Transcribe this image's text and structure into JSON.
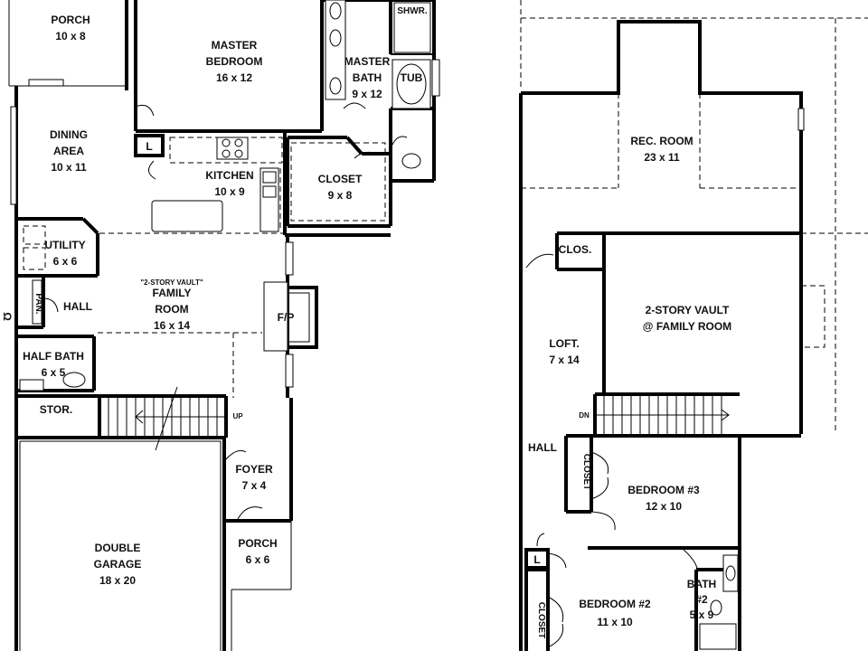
{
  "rooms": {
    "porch_top": {
      "name": "PORCH",
      "size": "10 x 8"
    },
    "master_bedroom": {
      "line1": "MASTER",
      "line2": "BEDROOM",
      "size": "16 x 12"
    },
    "master_bath": {
      "line1": "MASTER",
      "line2": "BATH",
      "size": "9 x 12"
    },
    "shower": "SHWR.",
    "tub": "TUB",
    "dining": {
      "line1": "DINING",
      "line2": "AREA",
      "size": "10 x 11"
    },
    "kitchen": {
      "name": "KITCHEN",
      "size": "10 x 9"
    },
    "kitchen_l": "L",
    "closet_master": {
      "name": "CLOSET",
      "size": "9 x 8"
    },
    "utility": {
      "name": "UTILITY",
      "size": "6 x 6"
    },
    "pantry": "PAN.",
    "hall_main": "HALL",
    "family": {
      "note": "\"2-STORY VAULT\"",
      "line1": "FAMILY",
      "line2": "ROOM",
      "size": "16 x 14"
    },
    "fireplace": "F/P",
    "half_bath": {
      "name": "HALF BATH",
      "size": "6 x 5"
    },
    "storage": "STOR.",
    "stairs_up": "UP",
    "foyer": {
      "name": "FOYER",
      "size": "7 x 4"
    },
    "porch_front": {
      "name": "PORCH",
      "size": "6 x 6"
    },
    "garage": {
      "line1": "DOUBLE",
      "line2": "GARAGE",
      "size": "18 x 20"
    },
    "edge_text": "Ω",
    "rec_room": {
      "name": "REC. ROOM",
      "size": "23 x 11"
    },
    "clos_upper": "CLOS.",
    "vault_upper": {
      "line1": "2-STORY VAULT",
      "line2": "@ FAMILY ROOM"
    },
    "loft": {
      "name": "LOFT.",
      "size": "7 x 14"
    },
    "stairs_dn": "DN",
    "hall_upper": "HALL",
    "closet_b3": "CLOSET",
    "bedroom3": {
      "name": "BEDROOM #3",
      "size": "12 x 10"
    },
    "bedroom2": {
      "name": "BEDROOM #2",
      "size": "11 x 10"
    },
    "bath2": {
      "line1": "BATH",
      "line2": "#2",
      "size": "5 x 9"
    },
    "closet_b2": "CLOSET",
    "linen_l": "L"
  }
}
